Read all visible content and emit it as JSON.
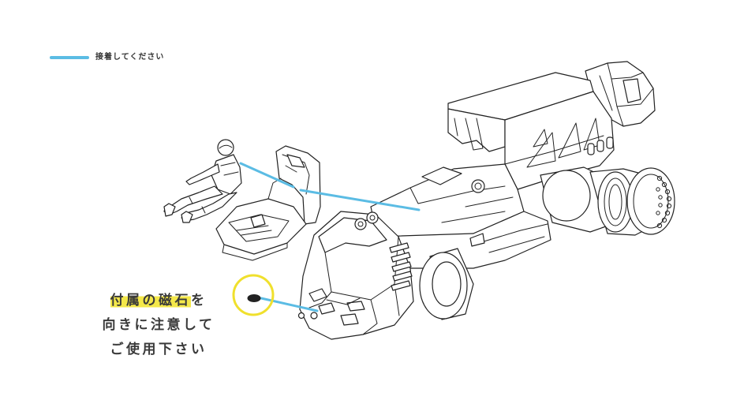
{
  "legend": {
    "label": "接着してください",
    "line_color": "#5bbce4"
  },
  "instruction": {
    "line1_highlight": "付属の磁石",
    "line1_rest": "を",
    "line2": "向きに注意して",
    "line3": "ご使用下さい",
    "highlight_color": "#f4e84a"
  },
  "colors": {
    "glue_line": "#5bbce4",
    "magnet_circle": "#f0e02d",
    "linework": "#222222"
  }
}
